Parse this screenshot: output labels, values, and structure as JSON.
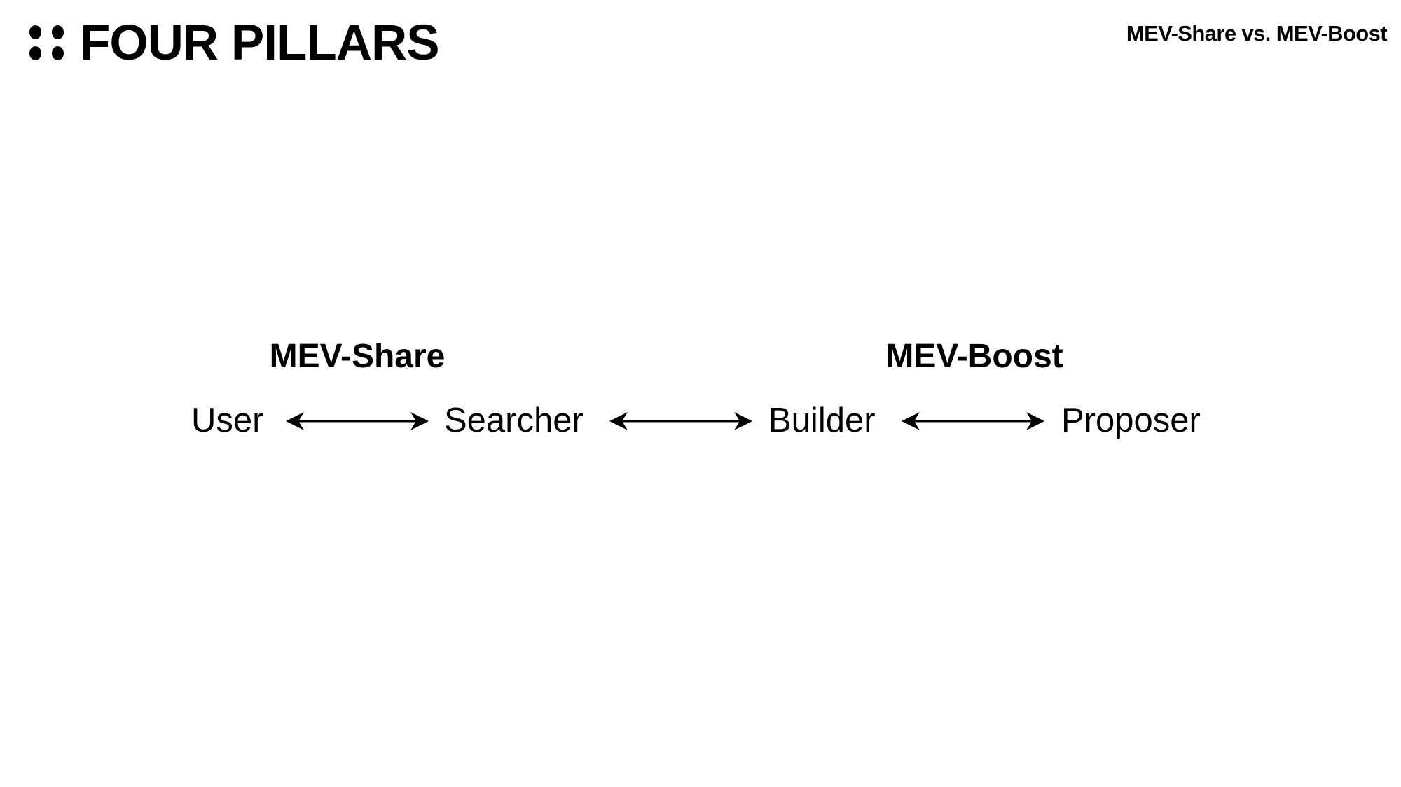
{
  "header": {
    "brand": "FOUR PILLARS",
    "slide_title": "MEV-Share vs. MEV-Boost"
  },
  "diagram": {
    "groups": [
      "MEV-Share",
      "MEV-Boost"
    ],
    "nodes": [
      "User",
      "Searcher",
      "Builder",
      "Proposer"
    ],
    "connector": "bidirectional-arrow"
  }
}
